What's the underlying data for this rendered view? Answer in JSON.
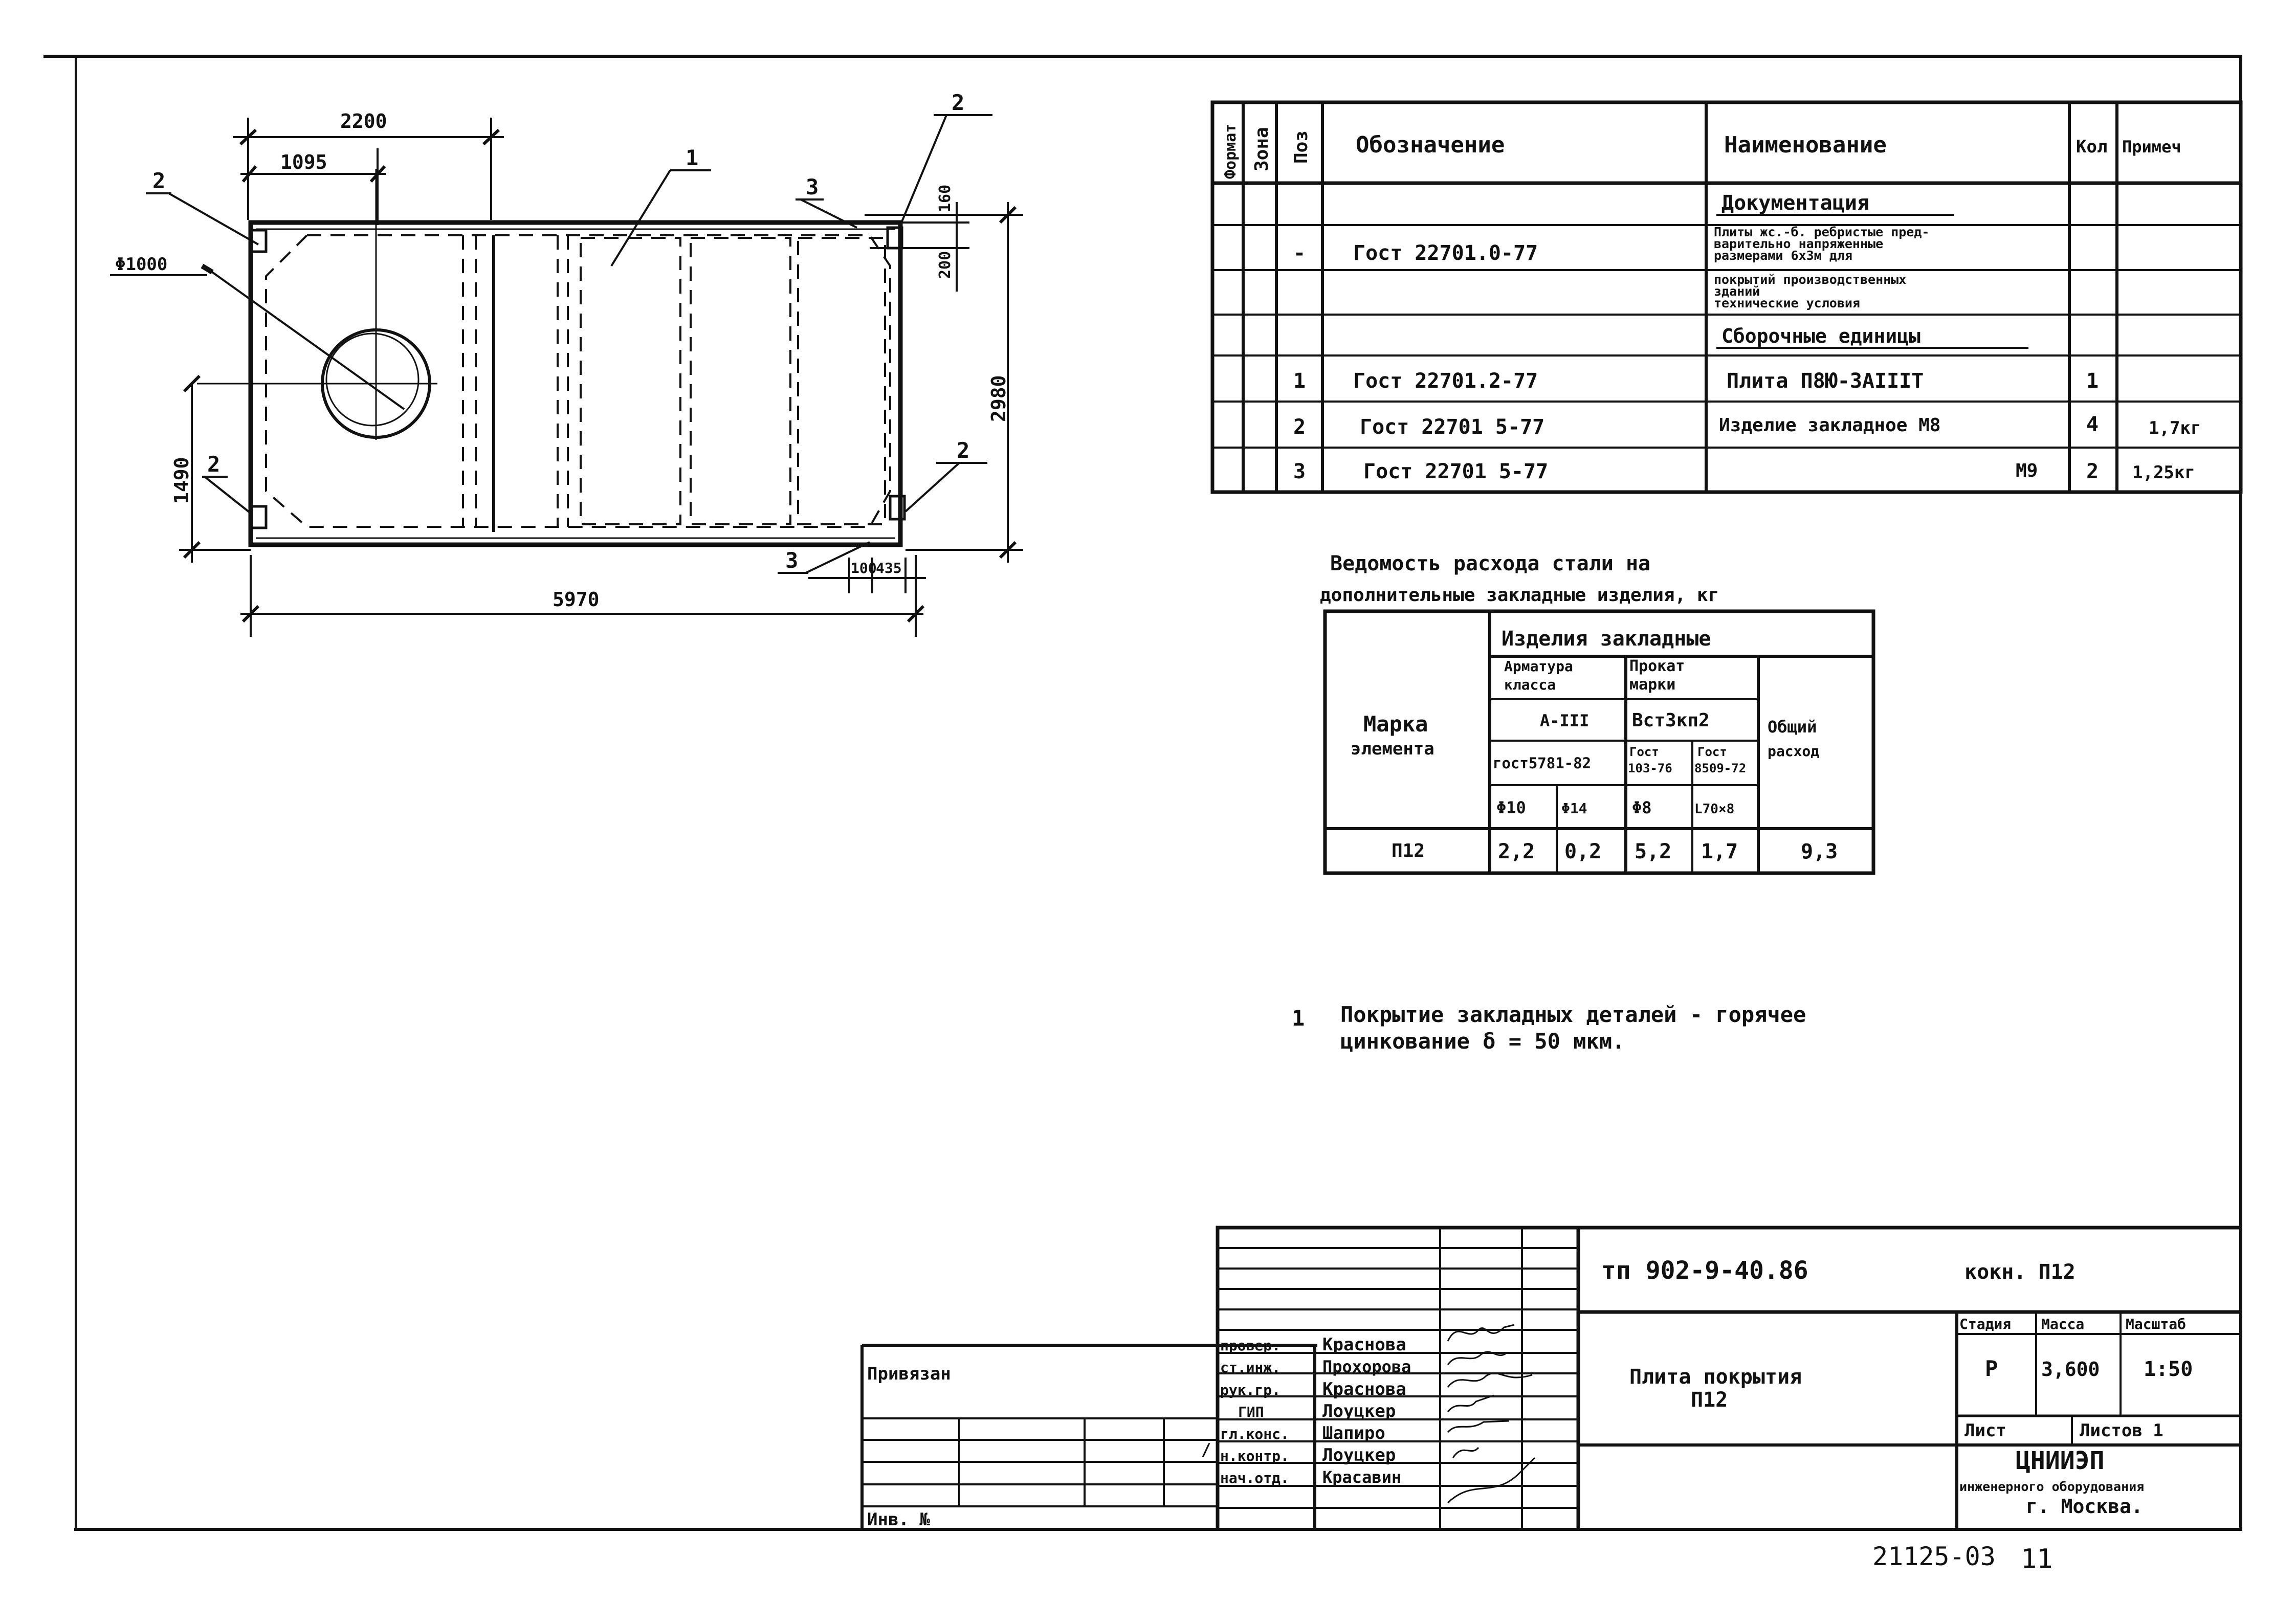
{
  "plan": {
    "dims": {
      "d_2200": "2200",
      "d_1095": "1095",
      "d_5970": "5970",
      "d_2980": "2980",
      "d_1490": "1490",
      "d_160": "160",
      "d_200": "200",
      "d_100": "100",
      "d_435": "435",
      "d_hole": "Φ1000"
    },
    "callouts": {
      "pos1": "1",
      "pos2_tl": "2",
      "pos2_tr": "2",
      "pos2_bl": "2",
      "pos2_br": "2",
      "pos3_top": "3",
      "pos3_bottom": "3"
    }
  },
  "spec": {
    "headers": {
      "format": "Формат",
      "zone": "Зона",
      "pos": "Поз",
      "designation": "Обозначение",
      "name": "Наименование",
      "qty": "Кол",
      "note": "Примеч"
    },
    "section_docs": "Документация",
    "doc_row": {
      "pos": "-",
      "designation": "Гост 22701.0-77",
      "name_lines": [
        "Плиты жс.-б. ребристые пред-",
        "варительно напряженные",
        "размерами 6х3м для",
        "покрытий производственных",
        "зданий",
        "технические условия"
      ]
    },
    "section_units": "Сборочные единицы",
    "rows": [
      {
        "pos": "1",
        "designation": "Гост 22701.2-77",
        "name": "Плита П8Ю-3АIIIТ",
        "qty": "1",
        "note": ""
      },
      {
        "pos": "2",
        "designation": "Гост 22701 5-77",
        "name": "Изделие закладное М8",
        "qty": "4",
        "note": "1,7кг"
      },
      {
        "pos": "3",
        "designation": "Гост 22701 5-77",
        "name": "М9",
        "qty": "2",
        "note": "1,25кг"
      }
    ]
  },
  "steel": {
    "title_line1": "Ведомость расхода стали на",
    "title_line2": "дополнительные закладные изделия, кг",
    "h_mark_1": "Марка",
    "h_mark_2": "элемента",
    "h_embedded": "Изделия закладные",
    "h_rebar_1": "Арматура",
    "h_rebar_2": "класса",
    "h_rolled_1": "Прокат",
    "h_rolled_2": "марки",
    "h_total_1": "Общий",
    "h_total_2": "расход",
    "h_a3": "А-III",
    "h_vst": "Вст3кп2",
    "h_gost5781": "гост5781-82",
    "h_gost103_1": "Гост",
    "h_gost103_2": "103-76",
    "h_gost8509_1": "Гост",
    "h_gost8509_2": "8509-72",
    "h_d10": "Φ10",
    "h_d14": "Φ14",
    "h_d8": "Φ8",
    "h_l70": "L70×8",
    "row": {
      "mark": "П12",
      "d10": "2,2",
      "d14": "0,2",
      "d8": "5,2",
      "l70": "1,7",
      "total": "9,3"
    }
  },
  "note": {
    "num": "1",
    "line1": "Покрытие закладных деталей - горячее",
    "line2": "цинкование δ = 50 мкм."
  },
  "title_block": {
    "project": "тп 902-9-40.86",
    "sheet_code": "кокн. П12",
    "drawing_title_1": "Плита покрытия",
    "drawing_title_2": "П12",
    "h_stage": "Стадия",
    "h_mass": "Масса",
    "h_scale": "Масштаб",
    "stage": "Р",
    "mass": "3,600",
    "scale": "1:50",
    "sheet": "Лист",
    "sheets": "Листов 1",
    "org_1": "ЦНИИЭП",
    "org_2": "инженерного оборудования",
    "org_3": "г. Москва.",
    "privyazan": "Привязан",
    "inv": "Инв. №",
    "slash": "/",
    "roles": [
      {
        "role": "провер.",
        "name": "Краснова"
      },
      {
        "role": "ст.инж.",
        "name": "Прохорова"
      },
      {
        "role": "рук.гр.",
        "name": "Краснова"
      },
      {
        "role": "ГИП",
        "name": "Лоуцкер"
      },
      {
        "role": "гл.конс.",
        "name": "Шапиро"
      },
      {
        "role": "н.контр.",
        "name": "Лоуцкер"
      },
      {
        "role": "нач.отд.",
        "name": "Красавин"
      }
    ]
  },
  "stamp": "21125-03",
  "page_no": "11"
}
